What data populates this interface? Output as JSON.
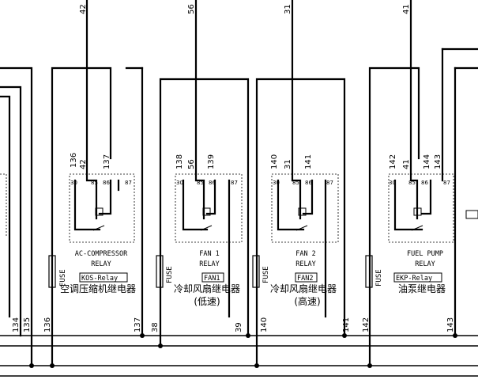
{
  "top_wires": [
    "42",
    "56",
    "31",
    "41"
  ],
  "relays": [
    {
      "name_line1": "AC-COMPRESSOR",
      "name_line2": "RELAY",
      "code": "KOS-Relay",
      "cn": "空调压缩机继电器",
      "cn2": "",
      "fuse": "FUSE",
      "wires": [
        "136",
        "42",
        "137"
      ],
      "pins": [
        "30",
        "85",
        "86",
        "87"
      ]
    },
    {
      "name_line1": "FAN 1",
      "name_line2": "RELAY",
      "code": "FAN1",
      "cn": "冷却风扇继电器",
      "cn2": "(低速)",
      "fuse": "FUSE",
      "wires": [
        "138",
        "56",
        "139"
      ],
      "pins": [
        "30",
        "85",
        "86",
        "87"
      ]
    },
    {
      "name_line1": "FAN 2",
      "name_line2": "RELAY",
      "code": "FAN2",
      "cn": "冷却风扇继电器",
      "cn2": "(高速)",
      "fuse": "FUSE",
      "wires": [
        "140",
        "31",
        "141"
      ],
      "pins": [
        "30",
        "85",
        "86",
        "87"
      ]
    },
    {
      "name_line1": "FUEL PUMP",
      "name_line2": "RELAY",
      "code": "EKP-Relay",
      "cn": "油泵继电器",
      "cn2": "",
      "fuse": "FUSE",
      "wires": [
        "142",
        "41",
        "144",
        "143"
      ],
      "pins": [
        "30",
        "85",
        "86",
        "87"
      ]
    }
  ],
  "bottom_wires": [
    "134",
    "135",
    "136",
    "137",
    "38",
    "39",
    "140",
    "141",
    "142",
    "143"
  ]
}
